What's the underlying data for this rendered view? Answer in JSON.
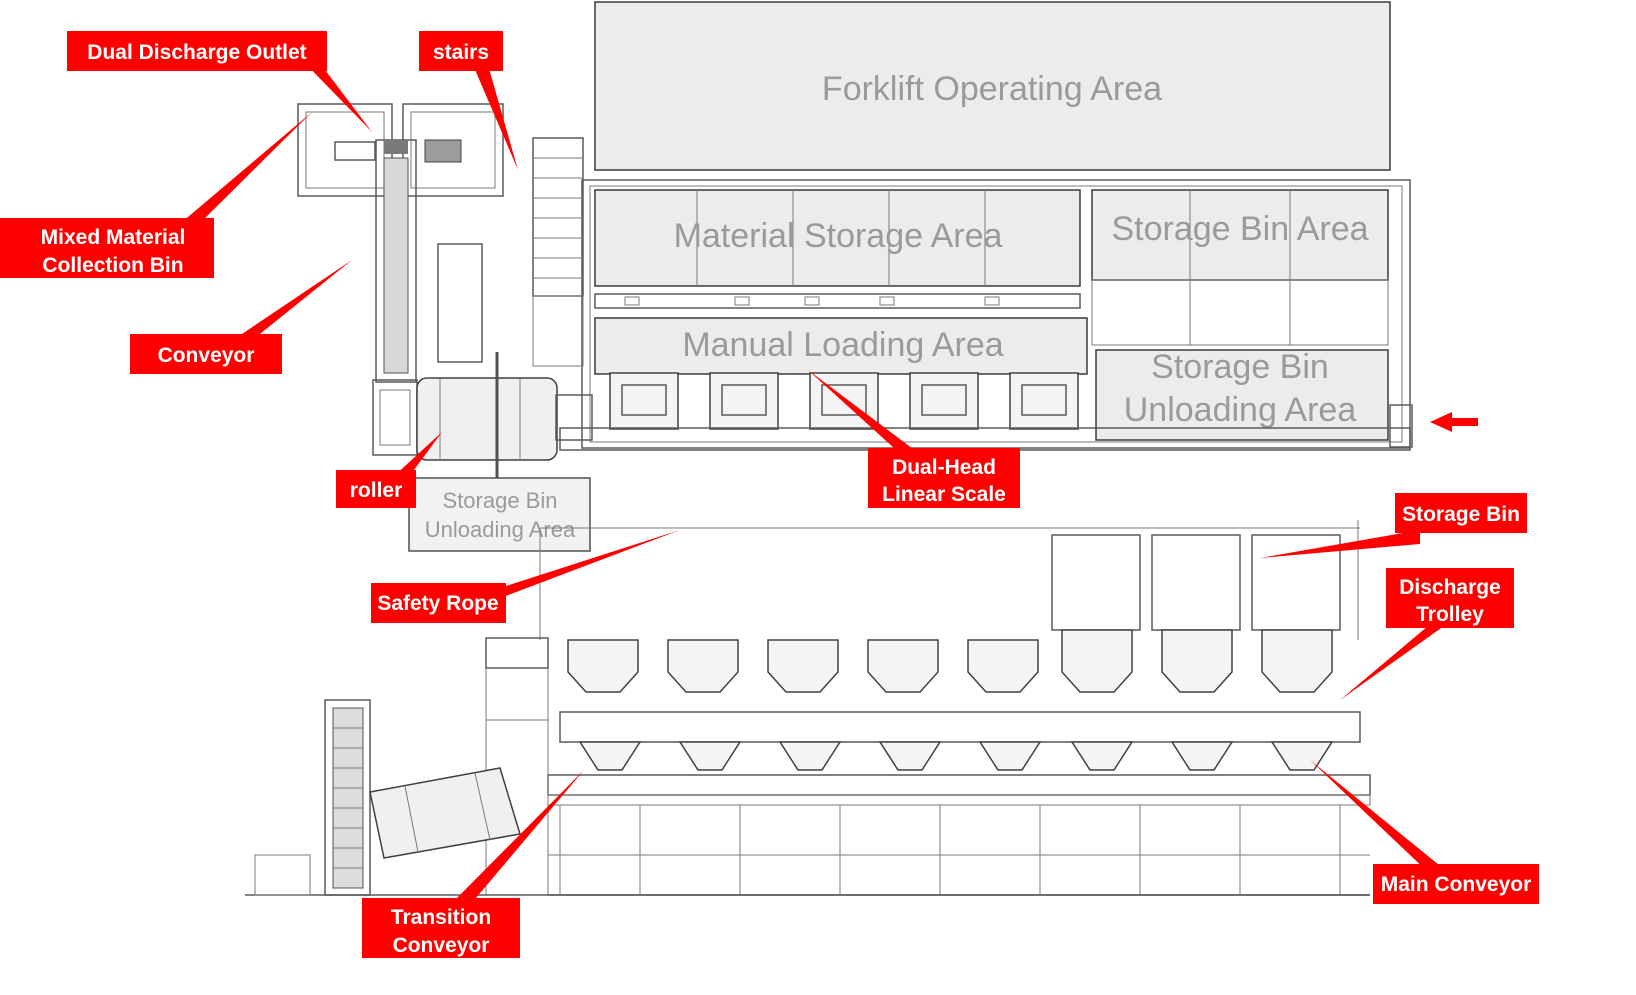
{
  "diagram": {
    "areas": {
      "forklift": "Forklift Operating Area",
      "material_storage": "Material Storage Area",
      "storage_bin": "Storage Bin Area",
      "manual_loading": "Manual Loading Area",
      "storage_unloading_1": "Storage Bin",
      "storage_unloading_2": "Unloading Area",
      "small_unloading_1": "Storage Bin",
      "small_unloading_2": "Unloading Area"
    },
    "callouts": {
      "dual_discharge_outlet": "Dual Discharge Outlet",
      "stairs": "stairs",
      "mixed_material_1": "Mixed Material",
      "mixed_material_2": "Collection Bin",
      "conveyor": "Conveyor",
      "roller": "roller",
      "dual_head_1": "Dual-Head",
      "dual_head_2": "Linear Scale",
      "storage_bin": "Storage Bin",
      "discharge_trolley_1": "Discharge",
      "discharge_trolley_2": "Trolley",
      "safety_rope": "Safety Rope",
      "main_conveyor": "Main Conveyor",
      "transition_conveyor_1": "Transition",
      "transition_conveyor_2": "Conveyor"
    },
    "colors": {
      "callout": "#ff0000",
      "area_text": "#9a9a9a",
      "area_fill": "#ececec"
    }
  }
}
